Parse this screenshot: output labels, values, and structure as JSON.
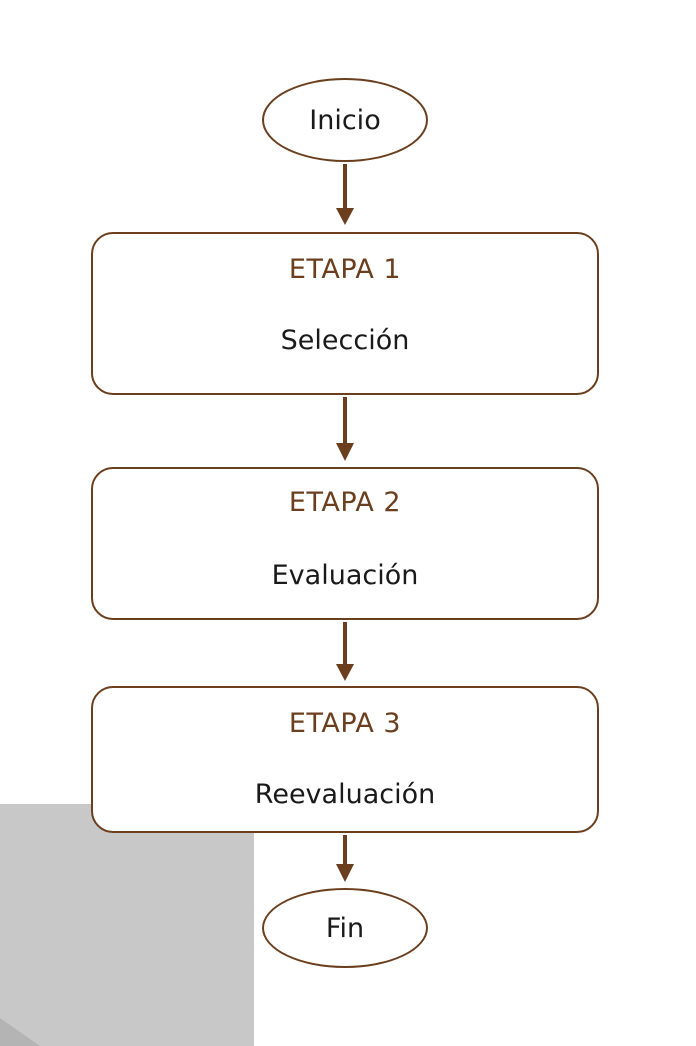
{
  "diagram": {
    "start_label": "Inicio",
    "end_label": "Fin",
    "stages": [
      {
        "title": "ETAPA 1",
        "name": "Selección"
      },
      {
        "title": "ETAPA 2",
        "name": "Evaluación"
      },
      {
        "title": "ETAPA 3",
        "name": "Reevaluación"
      }
    ]
  },
  "colors": {
    "stroke": "#6b3f1d",
    "title_text": "#6b3f1d",
    "body_text": "#1a1a1a",
    "overlay_gray": "#c8c8c8"
  }
}
